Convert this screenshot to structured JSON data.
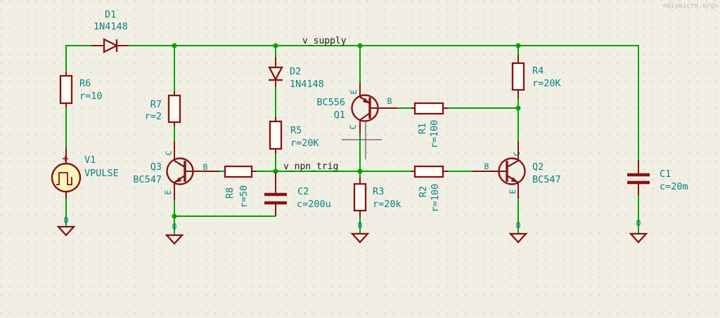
{
  "watermark": "<diymicro.org>",
  "nets": {
    "supply": "v_supply",
    "npn_trig": "v_npn_trig"
  },
  "ground": {
    "label": "0"
  },
  "pins": {
    "collector": "C",
    "base": "B",
    "emitter": "E"
  },
  "components": {
    "d1": {
      "ref": "D1",
      "value": "1N4148"
    },
    "r6": {
      "ref": "R6",
      "value": "r=10"
    },
    "v1": {
      "ref": "V1",
      "value": "VPULSE"
    },
    "r7": {
      "ref": "R7",
      "value": "r=2"
    },
    "q3": {
      "ref": "Q3",
      "value": "BC547"
    },
    "r8": {
      "ref": "R8",
      "value": "r=50"
    },
    "d2": {
      "ref": "D2",
      "value": "1N4148"
    },
    "r5": {
      "ref": "R5",
      "value": "r=20K"
    },
    "c2": {
      "ref": "C2",
      "value": "c=200u"
    },
    "q1": {
      "ref": "Q1",
      "value": "BC556"
    },
    "r1": {
      "ref": "R1",
      "value": "r=100"
    },
    "r2": {
      "ref": "R2",
      "value": "r=100"
    },
    "r3": {
      "ref": "R3",
      "value": "r=20k"
    },
    "q2": {
      "ref": "Q2",
      "value": "BC547"
    },
    "r4": {
      "ref": "R4",
      "value": "r=20K"
    },
    "c1": {
      "ref": "C1",
      "value": "c=20m"
    }
  },
  "colors": {
    "background": "#f1efe4",
    "wire": "#00a300",
    "component": "#841414",
    "field_text": "#0b8181",
    "net_label": "#1b1b1b",
    "device_fill": "#fcf6bd"
  }
}
